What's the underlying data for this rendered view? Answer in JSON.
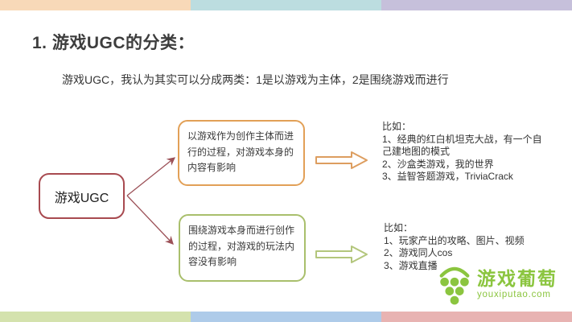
{
  "slide": {
    "title": "1. 游戏UGC的分类：",
    "subtitle": "游戏UGC，我认为其实可以分成两类：1是以游戏为主体，2是围绕游戏而进行"
  },
  "diagram": {
    "root_label": "游戏UGC",
    "branches": [
      {
        "box_text": "以游戏作为创作主体而进行的过程，对游戏本身的内容有影响",
        "examples_heading": "比如：",
        "examples": [
          "1、经典的红白机坦克大战，有一个自己建地图的模式",
          "2、沙盒类游戏，我的世界",
          "3、益智答题游戏，TriviaCrack"
        ],
        "accent_color": "#e2a057"
      },
      {
        "box_text": "围绕游戏本身而进行创作的过程，对游戏的玩法内容没有影响",
        "examples_heading": "比如：",
        "examples": [
          "1、玩家产出的攻略、图片、视频",
          "2、游戏同人cos",
          "3、游戏直播"
        ],
        "accent_color": "#a9bf6c"
      }
    ],
    "root_border_color": "#a84a50",
    "connector_color": "#9c5158"
  },
  "logo": {
    "name": "游戏葡萄",
    "domain": "youxiputao.com",
    "color": "#8bc53f"
  },
  "decor": {
    "top_bar_colors": {
      "left": "#f8d9b8",
      "middle": "#bcdde0",
      "right": "#c6c0db"
    },
    "bottom_bar_colors": {
      "left": "#d4e2ad",
      "middle": "#aecbe9",
      "right": "#e8b3b2"
    }
  }
}
